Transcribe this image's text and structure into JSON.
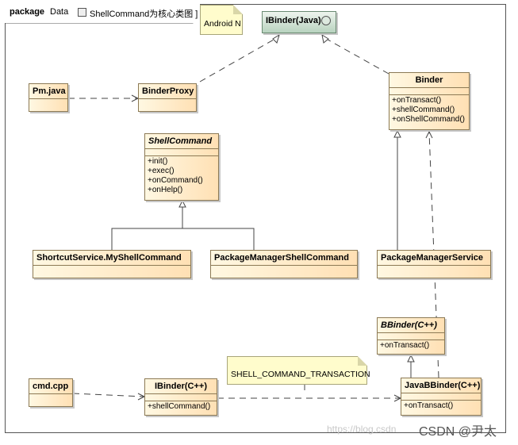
{
  "package": {
    "keyword": "package",
    "name": "Data",
    "title": "ShellCommand为核心类图 ]"
  },
  "notes": {
    "android_n": "Android N",
    "shell_tx": "SHELL_COMMAND_TRANSACTION"
  },
  "classes": {
    "ibinder_java": {
      "name": "IBinder(Java)"
    },
    "pm_java": {
      "name": "Pm.java"
    },
    "binder_proxy": {
      "name": "BinderProxy"
    },
    "binder": {
      "name": "Binder",
      "methods": [
        "+onTransact()",
        "+shellCommand()",
        "+onShellCommand()"
      ]
    },
    "shell_command": {
      "name": "ShellCommand",
      "methods": [
        "+init()",
        "+exec()",
        "+onCommand()",
        "+onHelp()"
      ]
    },
    "shortcut_cmd": {
      "name": "ShortcutService.MyShellCommand"
    },
    "pm_shell_cmd": {
      "name": "PackageManagerShellCommand"
    },
    "pm_service": {
      "name": "PackageManagerService"
    },
    "bbinder": {
      "name": "BBinder(C++)",
      "methods": [
        "+onTransact()"
      ]
    },
    "cmd_cpp": {
      "name": "cmd.cpp"
    },
    "ibinder_cpp": {
      "name": "IBinder(C++)",
      "methods": [
        "+shellCommand()"
      ]
    },
    "javabbinder": {
      "name": "JavaBBinder(C++)",
      "methods": [
        "+onTransact()"
      ]
    }
  },
  "watermark": {
    "url": "https://blog.csdn",
    "brand": "CSDN @尹太"
  }
}
